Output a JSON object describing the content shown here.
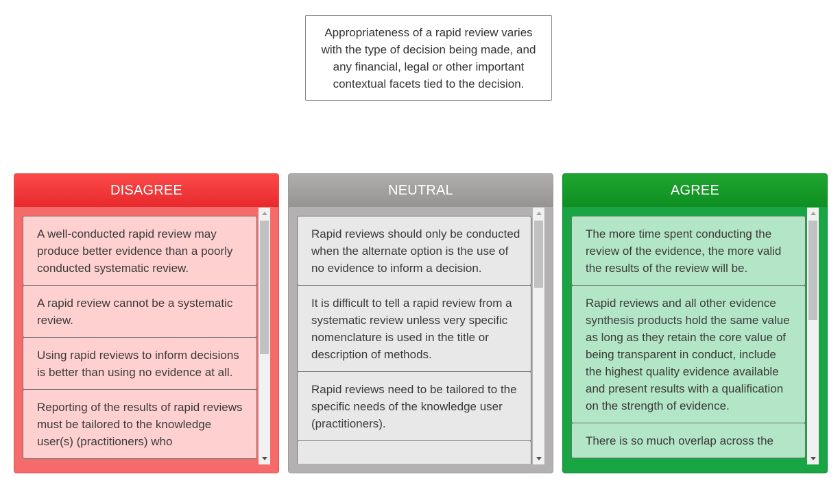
{
  "statement": {
    "text": "Appropriateness of a rapid review varies with the type of decision being made, and any financial, legal or other important contextual facets tied to the decision."
  },
  "columns": {
    "disagree": {
      "title": "DISAGREE",
      "color": "#f56a6a",
      "items": [
        "A well-conducted rapid review may produce better evidence than a poorly conducted systematic review.",
        "A rapid review cannot be a systematic review.",
        "Using rapid reviews to inform decisions is better than using no evidence at all.",
        "Reporting of the results of rapid reviews must be tailored to the knowledge user(s) (practitioners) who"
      ]
    },
    "neutral": {
      "title": "NEUTRAL",
      "color": "#b3b1b1",
      "items": [
        "Rapid reviews should only be conducted when the alternate option is the use of no evidence to inform a decision.",
        "It is difficult to tell a rapid review from a systematic review unless very specific nomenclature is used in the title or description of methods.",
        "Rapid reviews need to be tailored to the specific needs of the knowledge user (practitioners).",
        ""
      ]
    },
    "agree": {
      "title": "AGREE",
      "color": "#1aa544",
      "items": [
        "The more time spent conducting the review of the evidence, the more valid the results of the review will be.",
        "Rapid reviews and all other evidence synthesis products hold the same value as long as they retain the core value of being transparent in conduct, include the highest quality evidence available and present results with a qualification on the strength of evidence.",
        "There is so much overlap across the"
      ]
    }
  },
  "scrollbars": {
    "disagree": {
      "scroll_position": 0.0,
      "visible_fraction": 0.55
    },
    "neutral": {
      "scroll_position": 0.0,
      "visible_fraction": 0.3
    },
    "agree": {
      "scroll_position": 0.0,
      "visible_fraction": 0.45
    }
  }
}
